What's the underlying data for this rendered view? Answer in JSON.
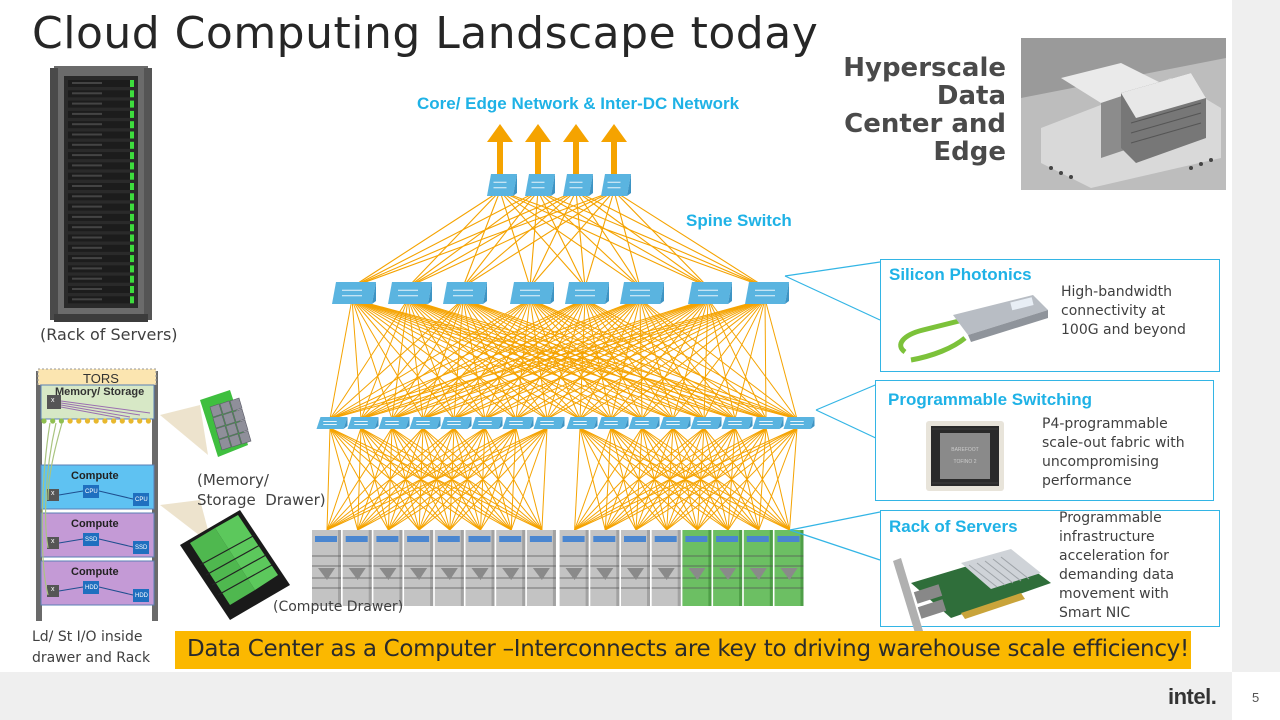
{
  "slide": {
    "title": "Cloud Computing Landscape today",
    "page_number": "5",
    "brand": "intel."
  },
  "hyperscale": {
    "line1": "Hyperscale Data",
    "line2": "Center and Edge",
    "photo_icon": "datacenter-building-photo"
  },
  "network": {
    "core_label": "Core/ Edge Network & Inter-DC Network",
    "spine_label": "Spine Switch",
    "colors": {
      "link": "#f5a300",
      "switch": "#5ab4e0",
      "label": "#1fb2e6"
    },
    "core_switch_count": 4,
    "spine_switch_count": 8,
    "leaf_switch_count": 16,
    "server_count": 16,
    "green_server_count": 4
  },
  "left_rack": {
    "caption": "(Rack of Servers)",
    "tors_label": "TORS",
    "drawers": [
      {
        "label": "Memory/ Storage",
        "parts": []
      },
      {
        "label": "Compute",
        "parts": [
          "CPU",
          "CPU"
        ]
      },
      {
        "label": "Compute",
        "parts": [
          "SSD",
          "SSD"
        ]
      },
      {
        "label": "Compute",
        "parts": [
          "HDD",
          "HDD"
        ]
      }
    ],
    "switch_glyph": "x",
    "footnote_line1": "Ld/ St I/O inside",
    "footnote_line2": "drawer and Rack",
    "memory_drawer_caption_line1": "(Memory/",
    "memory_drawer_caption_line2": "Storage  Drawer)",
    "compute_drawer_caption": "(Compute Drawer)"
  },
  "callouts": [
    {
      "title": "Silicon Photonics",
      "desc": [
        "High-bandwidth",
        "connectivity at",
        "100G and beyond"
      ]
    },
    {
      "title": "Programmable Switching",
      "desc": [
        "P4-programmable",
        "scale-out fabric with",
        "uncompromising",
        "performance"
      ]
    },
    {
      "title": "Rack of Servers",
      "desc": [
        "Programmable",
        "infrastructure",
        "acceleration for",
        "demanding data",
        "movement with",
        "Smart NIC"
      ]
    }
  ],
  "banner": {
    "text": "Data Center as a Computer –Interconnects are key to driving warehouse scale efficiency!"
  }
}
